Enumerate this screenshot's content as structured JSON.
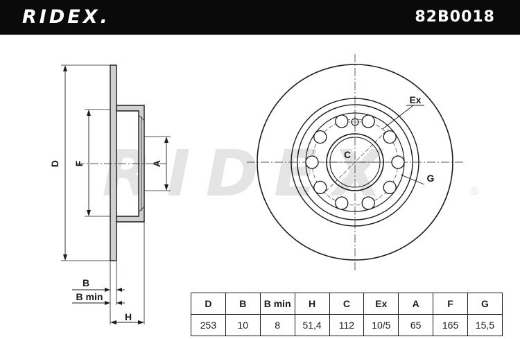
{
  "header": {
    "brand": "RIDEX.",
    "part_number": "82B0018"
  },
  "watermark": {
    "text": "RIDEX",
    "registered_mark": "®"
  },
  "side_view": {
    "labels": {
      "d": "D",
      "f": "F",
      "a": "A",
      "b": "B",
      "b_min": "B min",
      "h": "H"
    }
  },
  "front_view": {
    "labels": {
      "ex": "Ex",
      "c": "C",
      "g": "G"
    },
    "bolt_holes": 10
  },
  "colors": {
    "header_bg": "#0a0a0a",
    "header_text": "#ffffff",
    "line": "#1a1a1a",
    "disc_fill": "#d0d0d0",
    "watermark": "#e4e4e4"
  },
  "spec_table": {
    "headers": [
      "D",
      "B",
      "B min",
      "H",
      "C",
      "Ex",
      "A",
      "F",
      "G"
    ],
    "values": [
      "253",
      "10",
      "8",
      "51,4",
      "112",
      "10/5",
      "65",
      "165",
      "15,5"
    ]
  }
}
